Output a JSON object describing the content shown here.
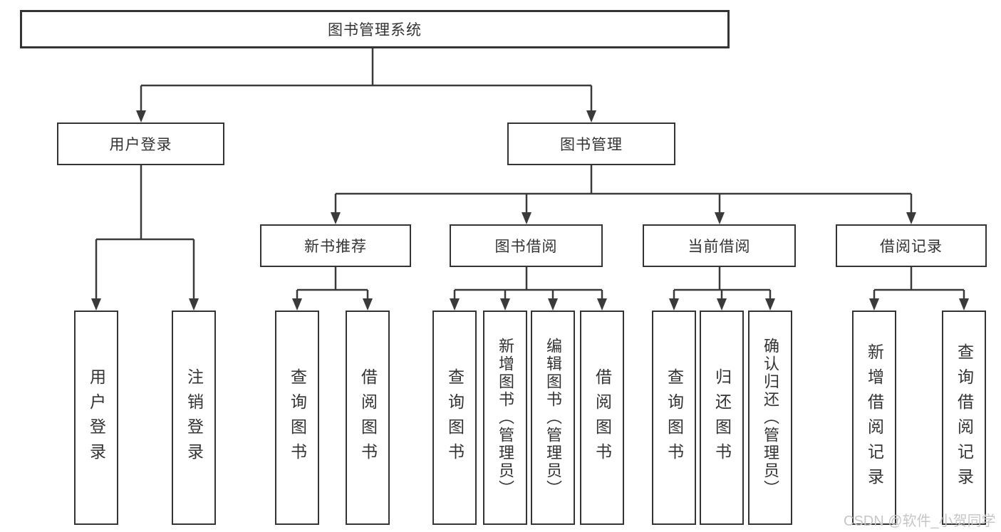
{
  "colors": {
    "line": "#3a3a3a",
    "box_border": "#343434",
    "text": "#333333",
    "watermark": "#c6c6c6",
    "background": "#ffffff"
  },
  "watermark": {
    "text": "CSDN @软件_小贺同学"
  },
  "tree": {
    "root": {
      "label": "图书管理系统",
      "children": [
        {
          "label": "用户登录",
          "children": [
            {
              "label": "用户登录"
            },
            {
              "label": "注销登录"
            }
          ]
        },
        {
          "label": "图书管理",
          "children": [
            {
              "label": "新书推荐",
              "children": [
                {
                  "label": "查询图书"
                },
                {
                  "label": "借阅图书"
                }
              ]
            },
            {
              "label": "图书借阅",
              "children": [
                {
                  "label": "查询图书"
                },
                {
                  "label": "新增图书（管理员）"
                },
                {
                  "label": "编辑图书（管理员）"
                },
                {
                  "label": "借阅图书"
                }
              ]
            },
            {
              "label": "当前借阅",
              "children": [
                {
                  "label": "查询图书"
                },
                {
                  "label": "归还图书"
                },
                {
                  "label": "确认归还（管理员）"
                }
              ]
            },
            {
              "label": "借阅记录",
              "children": [
                {
                  "label": "新增借阅记录"
                },
                {
                  "label": "查询借阅记录"
                }
              ]
            }
          ]
        }
      ]
    }
  }
}
